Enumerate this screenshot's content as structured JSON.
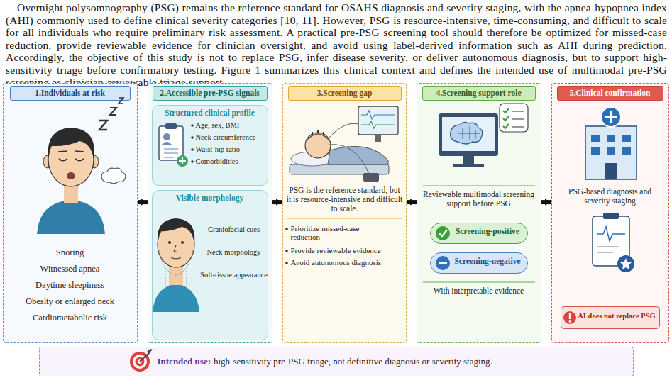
{
  "diagram": {
    "nodes": [
      {
        "text": [
          "1.Individuals at risk",
          "Snoring",
          "Witnessed apnea",
          "Daytime sleepiness",
          "Obesity or enlarged neck",
          "Cardiometabolic risk"
        ]
      },
      {
        "text": [
          "2.Accessible pre-PSG signals"
        ]
      },
      {
        "text": [
          "Structured clinical profile",
          "Age, sex, BMI",
          "Neck circumference",
          "Waist-hip ratio",
          "Comorbidities"
        ],
        "in": 1
      },
      {
        "text": [
          "Visible morphology",
          "Craniofacial cues",
          "Neck morphology",
          "Soft-tissue appearance"
        ],
        "in": 1
      },
      {
        "text": [
          "3.Screening gap",
          "PSG is the reference standard, but it is resource-intensive and difficult to scale.",
          "Prioritize missed-case reduction",
          "Provide reviewable evidence",
          "Avoid autonomous diagnosis"
        ]
      },
      {
        "text": [
          "4.Screening support role",
          "Reviewable multimodal screening support before PSG",
          "With interpretable evidence"
        ]
      },
      {
        "text": [
          "Screening-positive"
        ],
        "in": 5
      },
      {
        "text": [
          "Screening-negative"
        ],
        "in": 5
      },
      {
        "text": [
          "5.Clinical confirmation",
          "PSG-based diagnosis and severity staging"
        ]
      },
      {
        "text": [
          "AI does not replace PSG"
        ],
        "in": 8
      },
      {
        "text": [
          "Intended use:",
          "high-sensitivity pre-PSG triage, not definitive diagnosis or severity staging."
        ]
      }
    ],
    "edges": [
      {
        "from": 0,
        "to": 1,
        "arrow": "to"
      },
      {
        "from": 1,
        "to": 4,
        "arrow": "to"
      },
      {
        "from": 4,
        "to": 5,
        "arrow": "to"
      },
      {
        "from": 5,
        "to": 8,
        "arrow": "to"
      }
    ],
    "labels": [
      "Overnight polysomnography (PSG) remains the reference standard for OSAHS diagnosis and severity staging, with the apnea-hypopnea index (AHI) commonly used to define clinical severity categories [10, 11]. However, PSG is resource-intensive, time-consuming, and difficult to scale for all individuals who require preliminary risk assessment. A practical pre-PSG screening tool should therefore be optimized for missed-case reduction, provide reviewable evidence for clinician oversight, and avoid using label-derived information such as AHI during prediction. Accordingly, the objective of this study is not to replace PSG, infer disease severity, or deliver autonomous diagnosis, but to support high-sensitivity triage before confirmatory testing. Figure 1 summarizes this clinical context and defines the intended use of multimodal pre-PSG screening as clinician-reviewable triage support."
    ]
  }
}
